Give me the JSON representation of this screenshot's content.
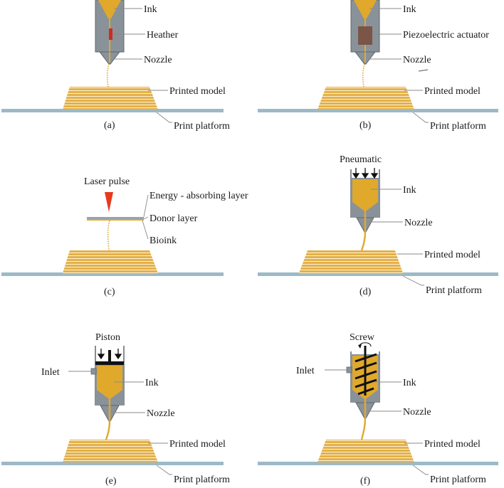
{
  "panels": {
    "a": {
      "caption": "(a)",
      "labels": {
        "ink": "Ink",
        "heater": "Heather",
        "nozzle": "Nozzle",
        "printed_model": "Printed model",
        "print_platform": "Print platform"
      }
    },
    "b": {
      "caption": "(b)",
      "labels": {
        "ink": "Ink",
        "actuator": "Piezoelectric actuator",
        "nozzle": "Nozzle",
        "printed_model": "Printed model",
        "print_platform": "Print platform"
      }
    },
    "c": {
      "caption": "(c)",
      "labels": {
        "laser": "Laser pulse",
        "energy_layer": "Energy - absorbing layer",
        "donor_layer": "Donor layer",
        "bioink": "Bioink"
      }
    },
    "d": {
      "caption": "(d)",
      "labels": {
        "pneumatic": "Pneumatic",
        "ink": "Ink",
        "nozzle": "Nozzle",
        "printed_model": "Printed model",
        "print_platform": "Print platform"
      }
    },
    "e": {
      "caption": "(e)",
      "labels": {
        "piston": "Piston",
        "inlet": "Inlet",
        "ink": "Ink",
        "nozzle": "Nozzle",
        "printed_model": "Printed model",
        "print_platform": "Print platform"
      }
    },
    "f": {
      "caption": "(f)",
      "labels": {
        "screw": "Screw",
        "inlet": "Inlet",
        "ink": "Ink",
        "nozzle": "Nozzle",
        "printed_model": "Printed model",
        "print_platform": "Print platform"
      }
    }
  },
  "colors": {
    "ink": "#e0a92c",
    "ink_dark": "#c98e1a",
    "barrel": "#8a9299",
    "barrel_dark": "#5f676d",
    "heater": "#d42a1a",
    "actuator": "#7a5548",
    "platform": "#9db9c6",
    "model": "#e3b04a",
    "model_line": "#fdf3d8",
    "laser": "#e53a1f",
    "black": "#111111"
  }
}
